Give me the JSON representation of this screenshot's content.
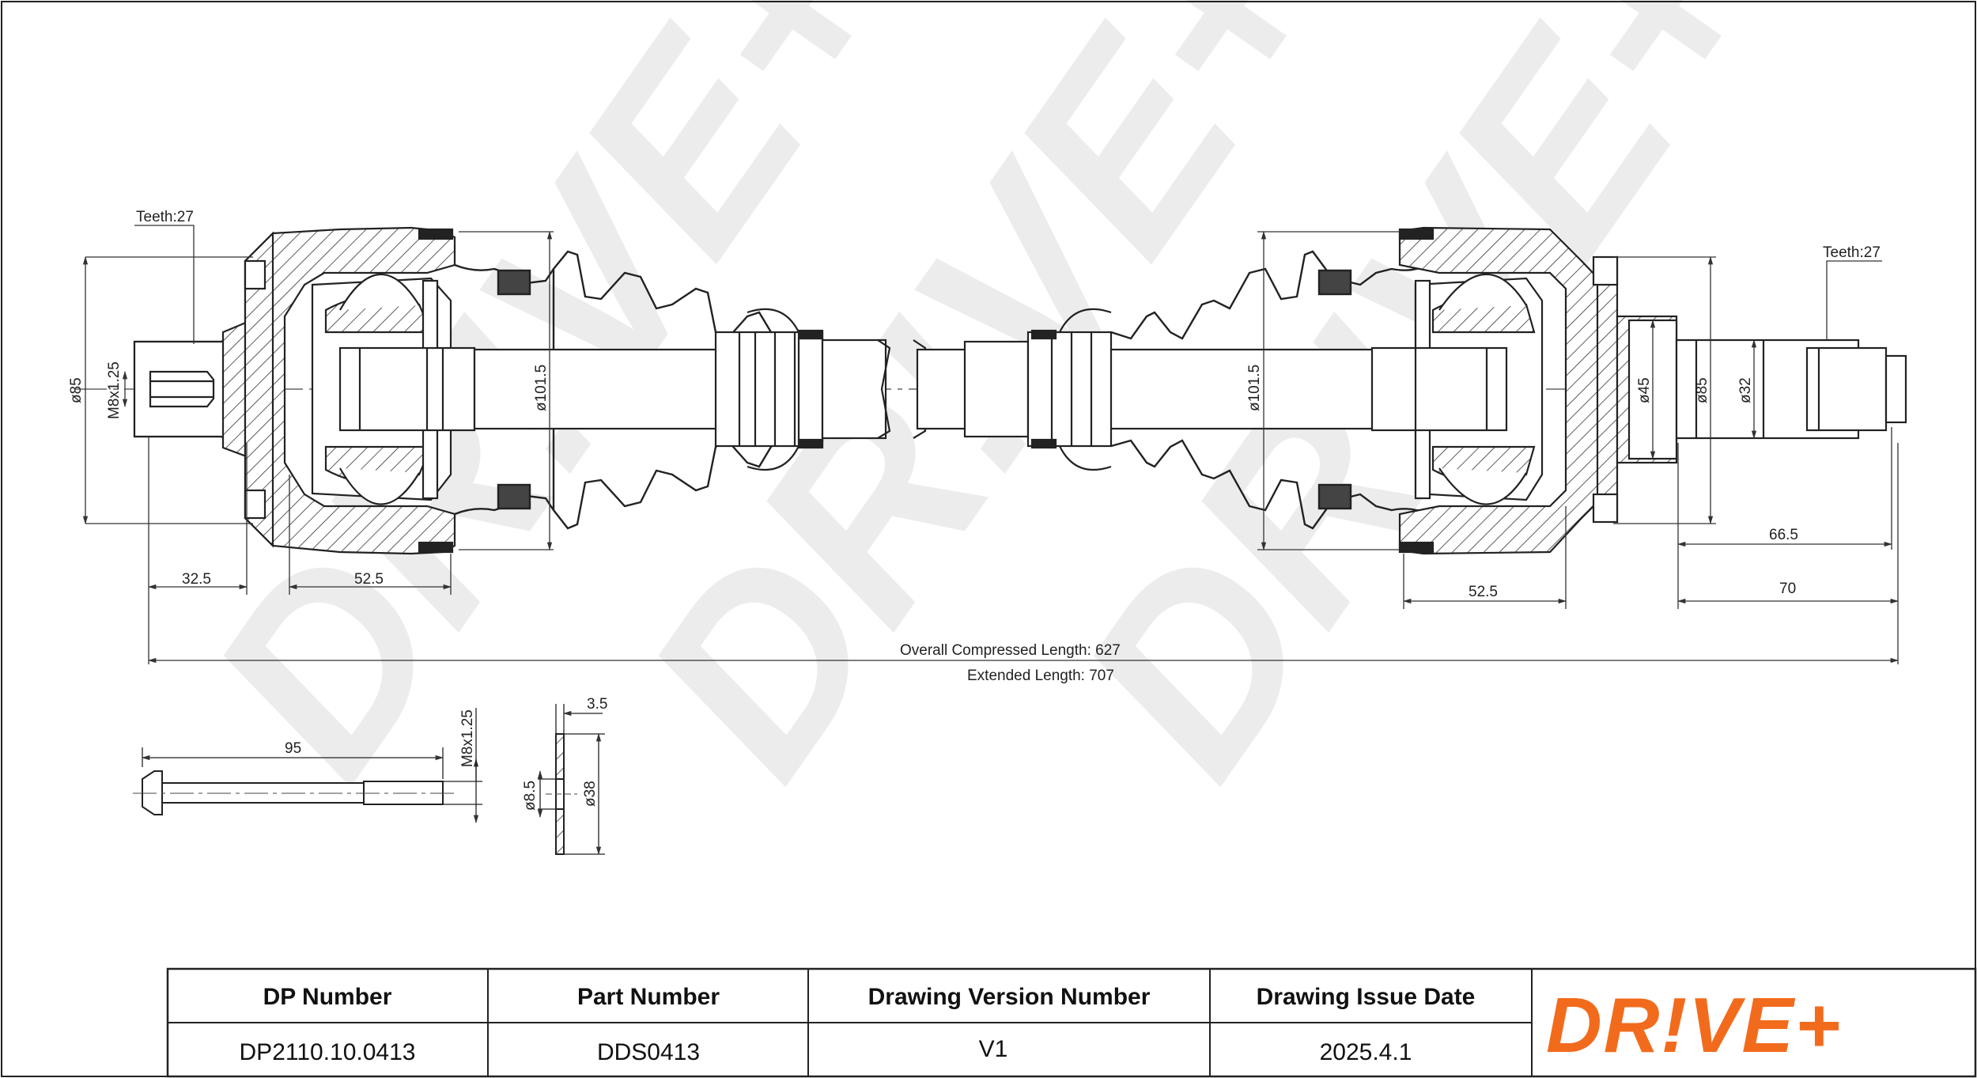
{
  "drawing": {
    "left_teeth": "Teeth:27",
    "right_teeth": "Teeth:27",
    "left_thread": "M8x1.25",
    "left_dia": "ø85",
    "left_boot_dia": "ø101.5",
    "right_boot_dia": "ø101.5",
    "right_d45": "ø45",
    "right_d85": "ø85",
    "right_d32": "ø32",
    "dim_32_5": "32.5",
    "dim_52_5_left": "52.5",
    "dim_52_5_right": "52.5",
    "dim_66_5": "66.5",
    "dim_70": "70",
    "overall_compressed": "Overall  Compressed  Length: 627",
    "extended": "Extended  Length: 707"
  },
  "bolt": {
    "length": "95",
    "thread": "M8x1.25"
  },
  "washer": {
    "thickness": "3.5",
    "inner_dia": "ø8.5",
    "outer_dia": "ø38"
  },
  "title_block": {
    "headers": [
      "DP Number",
      "Part Number",
      "Drawing Version Number",
      "Drawing Issue Date"
    ],
    "values": [
      "DP2110.10.0413",
      "DDS0413",
      "V1",
      "2025.4.1"
    ]
  },
  "logo": {
    "text": "DR!VE+",
    "color": "#f26b1d"
  },
  "watermark": {
    "text": "DR!VE+"
  }
}
